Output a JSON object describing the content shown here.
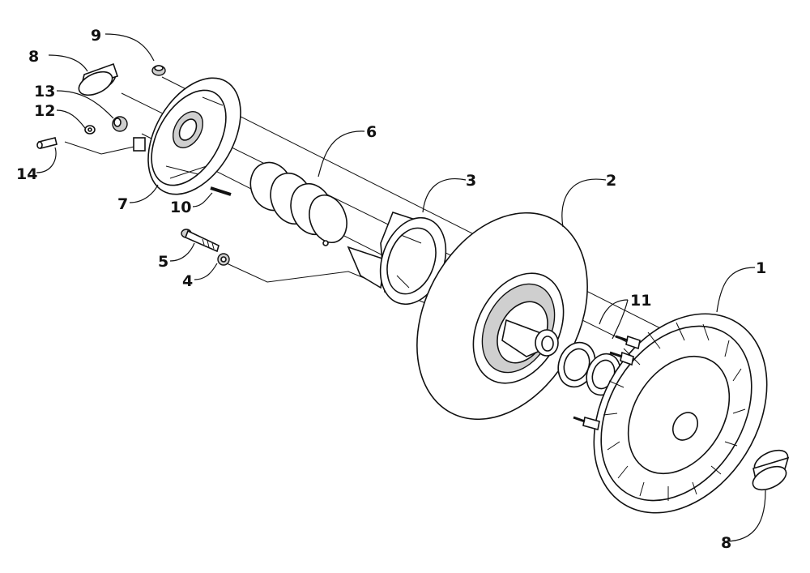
{
  "callouts": [
    {
      "id": "1",
      "text": "1"
    },
    {
      "id": "2",
      "text": "2"
    },
    {
      "id": "3",
      "text": "3"
    },
    {
      "id": "4",
      "text": "4"
    },
    {
      "id": "5",
      "text": "5"
    },
    {
      "id": "6",
      "text": "6"
    },
    {
      "id": "7",
      "text": "7"
    },
    {
      "id": "8a",
      "text": "8"
    },
    {
      "id": "8b",
      "text": "8"
    },
    {
      "id": "9",
      "text": "9"
    },
    {
      "id": "10",
      "text": "10"
    },
    {
      "id": "11",
      "text": "11"
    },
    {
      "id": "12",
      "text": "12"
    },
    {
      "id": "13",
      "text": "13"
    },
    {
      "id": "14",
      "text": "14"
    }
  ],
  "colors": {
    "ink": "#111111",
    "background": "#ffffff",
    "shade": "#cfcfcf"
  }
}
